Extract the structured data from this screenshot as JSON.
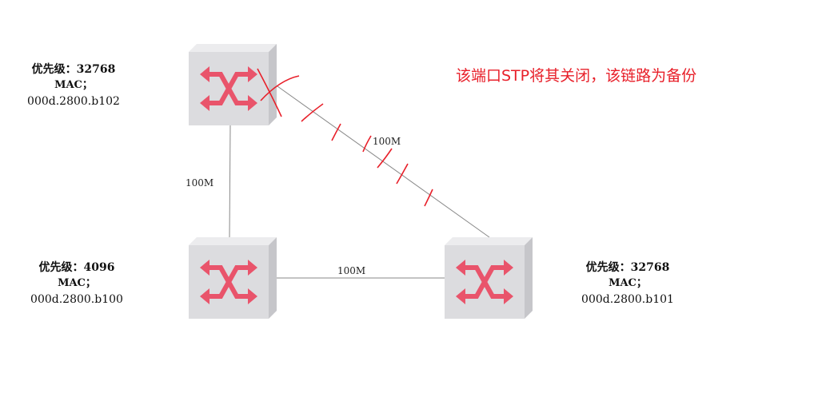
{
  "switches": {
    "top": {
      "priority": "优先级：32768",
      "mac_label": "MAC；",
      "mac_address": "000d.2800.b102"
    },
    "bottom_left": {
      "priority": "优先级：4096",
      "mac_label": "MAC；",
      "mac_address": "000d.2800.b100"
    },
    "bottom_right": {
      "priority": "优先级：32768",
      "mac_label": "MAC；",
      "mac_address": "000d.2800.b101"
    }
  },
  "links": {
    "top_to_left": "100M",
    "top_to_right": "100M",
    "left_to_right": "100M"
  },
  "annotation": "该端口STP将其关闭，该链路为备份",
  "colors": {
    "switch_face": "#dcdcdf",
    "switch_side": "#c6c6ca",
    "arrow": "#e9546b",
    "annotation": "#e8202a",
    "link": "#888888"
  },
  "icons": [
    "switch-icon",
    "blocked-port-marker"
  ]
}
